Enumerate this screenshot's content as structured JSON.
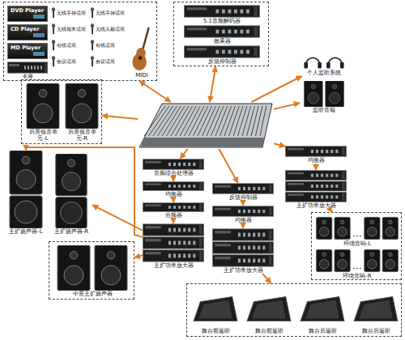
{
  "diagram": {
    "nodes": [
      {
        "text": []
      },
      {
        "text": [
          "DVD Player"
        ],
        "in": 0
      },
      {
        "text": [
          "CD Player"
        ],
        "in": 0
      },
      {
        "text": [
          "MD Player"
        ],
        "in": 0
      },
      {
        "text": [
          "卡座"
        ],
        "in": 0
      },
      {
        "text": [
          "无线手持话筒"
        ],
        "in": 0
      },
      {
        "text": [
          "无线手持话筒"
        ],
        "in": 0
      },
      {
        "text": [
          "无线领夹话筒"
        ],
        "in": 0
      },
      {
        "text": [
          "无线头戴话筒"
        ],
        "in": 0
      },
      {
        "text": [
          "有线话筒"
        ],
        "in": 0
      },
      {
        "text": [
          "有线话筒"
        ],
        "in": 0
      },
      {
        "text": [
          "会议话筒"
        ],
        "in": 0
      },
      {
        "text": [
          "会议话筒"
        ],
        "in": 0
      },
      {
        "text": [
          "MIDI"
        ],
        "in": 0
      },
      {
        "text": []
      },
      {
        "text": [
          "5.1音频解码器"
        ],
        "in": 14
      },
      {
        "text": [
          "效果器"
        ],
        "in": 14
      },
      {
        "text": [
          "反馈抑制器"
        ],
        "in": 14
      },
      {
        "text": [
          "个人监听系统"
        ]
      },
      {
        "text": [
          "监听音箱"
        ]
      },
      {
        "text": []
      },
      {
        "text": []
      },
      {
        "text": [
          "后置低音单元-L"
        ],
        "in": 21
      },
      {
        "text": [
          "后置低音单元-R"
        ],
        "in": 21
      },
      {
        "text": [
          "主扩扬声器-L"
        ]
      },
      {
        "text": [
          "主扩扬声器-R"
        ]
      },
      {
        "text": [
          "音频综合处理器"
        ]
      },
      {
        "text": [
          "均衡器"
        ]
      },
      {
        "text": [
          "分频器"
        ]
      },
      {
        "text": [
          "主扩功率放大器"
        ]
      },
      {
        "text": [
          "反馈抑制器"
        ]
      },
      {
        "text": [
          "均衡器"
        ]
      },
      {
        "text": [
          "主扩功率放大器"
        ]
      },
      {
        "text": [
          "均衡器"
        ]
      },
      {
        "text": [
          "主扩功率放大器"
        ]
      },
      {
        "text": []
      },
      {
        "text": [
          "环绕音响-L"
        ],
        "in": 35
      },
      {
        "text": [
          "环绕音响-R"
        ],
        "in": 35
      },
      {
        "text": []
      },
      {
        "text": [
          "中置主扩扬声器"
        ],
        "in": 38
      },
      {
        "text": []
      },
      {
        "text": [
          "舞台前返听"
        ],
        "in": 40
      },
      {
        "text": [
          "舞台前返听"
        ],
        "in": 40
      },
      {
        "text": [
          "舞台后返听"
        ],
        "in": 40
      },
      {
        "text": [
          "舞台后返听"
        ],
        "in": 40
      }
    ],
    "edges": [
      {
        "from": 0,
        "to": 20,
        "arrow": "both"
      },
      {
        "from": 14,
        "to": 20,
        "arrow": "both"
      },
      {
        "from": 20,
        "to": 18,
        "arrow": "to"
      },
      {
        "from": 20,
        "to": 19,
        "arrow": "to"
      },
      {
        "from": 20,
        "to": 21,
        "arrow": "to"
      },
      {
        "from": 20,
        "to": 26,
        "arrow": "to"
      },
      {
        "from": 20,
        "to": 30,
        "arrow": "to"
      },
      {
        "from": 20,
        "to": 33,
        "arrow": "to"
      },
      {
        "from": 26,
        "to": 27,
        "arrow": "to"
      },
      {
        "from": 27,
        "to": 28,
        "arrow": "to"
      },
      {
        "from": 28,
        "to": 29,
        "arrow": "to"
      },
      {
        "from": 29,
        "to": 24,
        "arrow": "to"
      },
      {
        "from": 29,
        "to": 25,
        "arrow": "to"
      },
      {
        "from": 29,
        "to": 38,
        "arrow": "to"
      },
      {
        "from": 30,
        "to": 31,
        "arrow": "to"
      },
      {
        "from": 31,
        "to": 32,
        "arrow": "to"
      },
      {
        "from": 32,
        "to": 40,
        "arrow": "to"
      },
      {
        "from": 33,
        "to": 34,
        "arrow": "to"
      },
      {
        "from": 34,
        "to": 35,
        "arrow": "to"
      }
    ]
  }
}
